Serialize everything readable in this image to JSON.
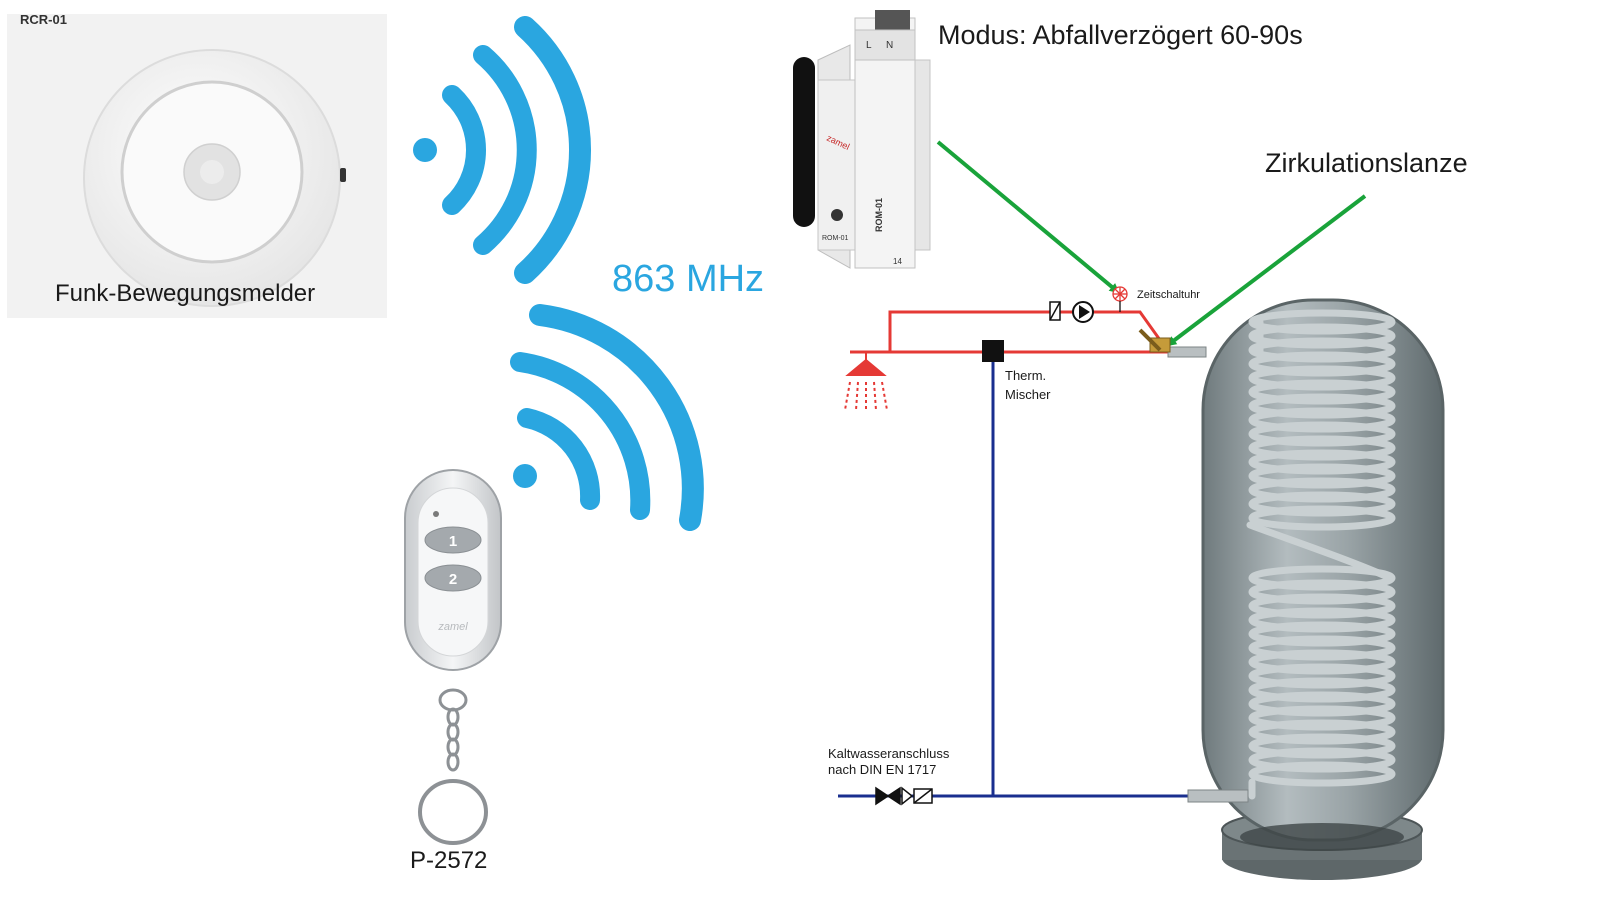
{
  "sensor": {
    "model": "RCR-01",
    "name": "Funk-Bewegungsmelder"
  },
  "radio": {
    "frequency": "863 MHz"
  },
  "remote": {
    "model": "P-2572",
    "button1": "1",
    "button2": "2",
    "brand": "zamel"
  },
  "relay": {
    "mode": "Modus: Abfallverzögert 60-90s",
    "terminal_l": "L",
    "terminal_n": "N",
    "model_side": "ROM-01",
    "model_front": "ROM-01",
    "brand": "zamel",
    "terminal_14": "14"
  },
  "circulation": {
    "lance_label": "Zirkulationslanze",
    "timer_label": "Zeitschaltuhr"
  },
  "mixer": {
    "line1": "Therm.",
    "line2": "Mischer"
  },
  "cold_water": {
    "line1": "Kaltwasseranschluss",
    "line2": "nach DIN EN 1717"
  },
  "colors": {
    "wifi_blue": "#2aa6e0",
    "hot_pipe": "#e53935",
    "cold_pipe": "#1a2f8f",
    "arrow_green": "#19a33a",
    "tank": "#8a9598"
  }
}
